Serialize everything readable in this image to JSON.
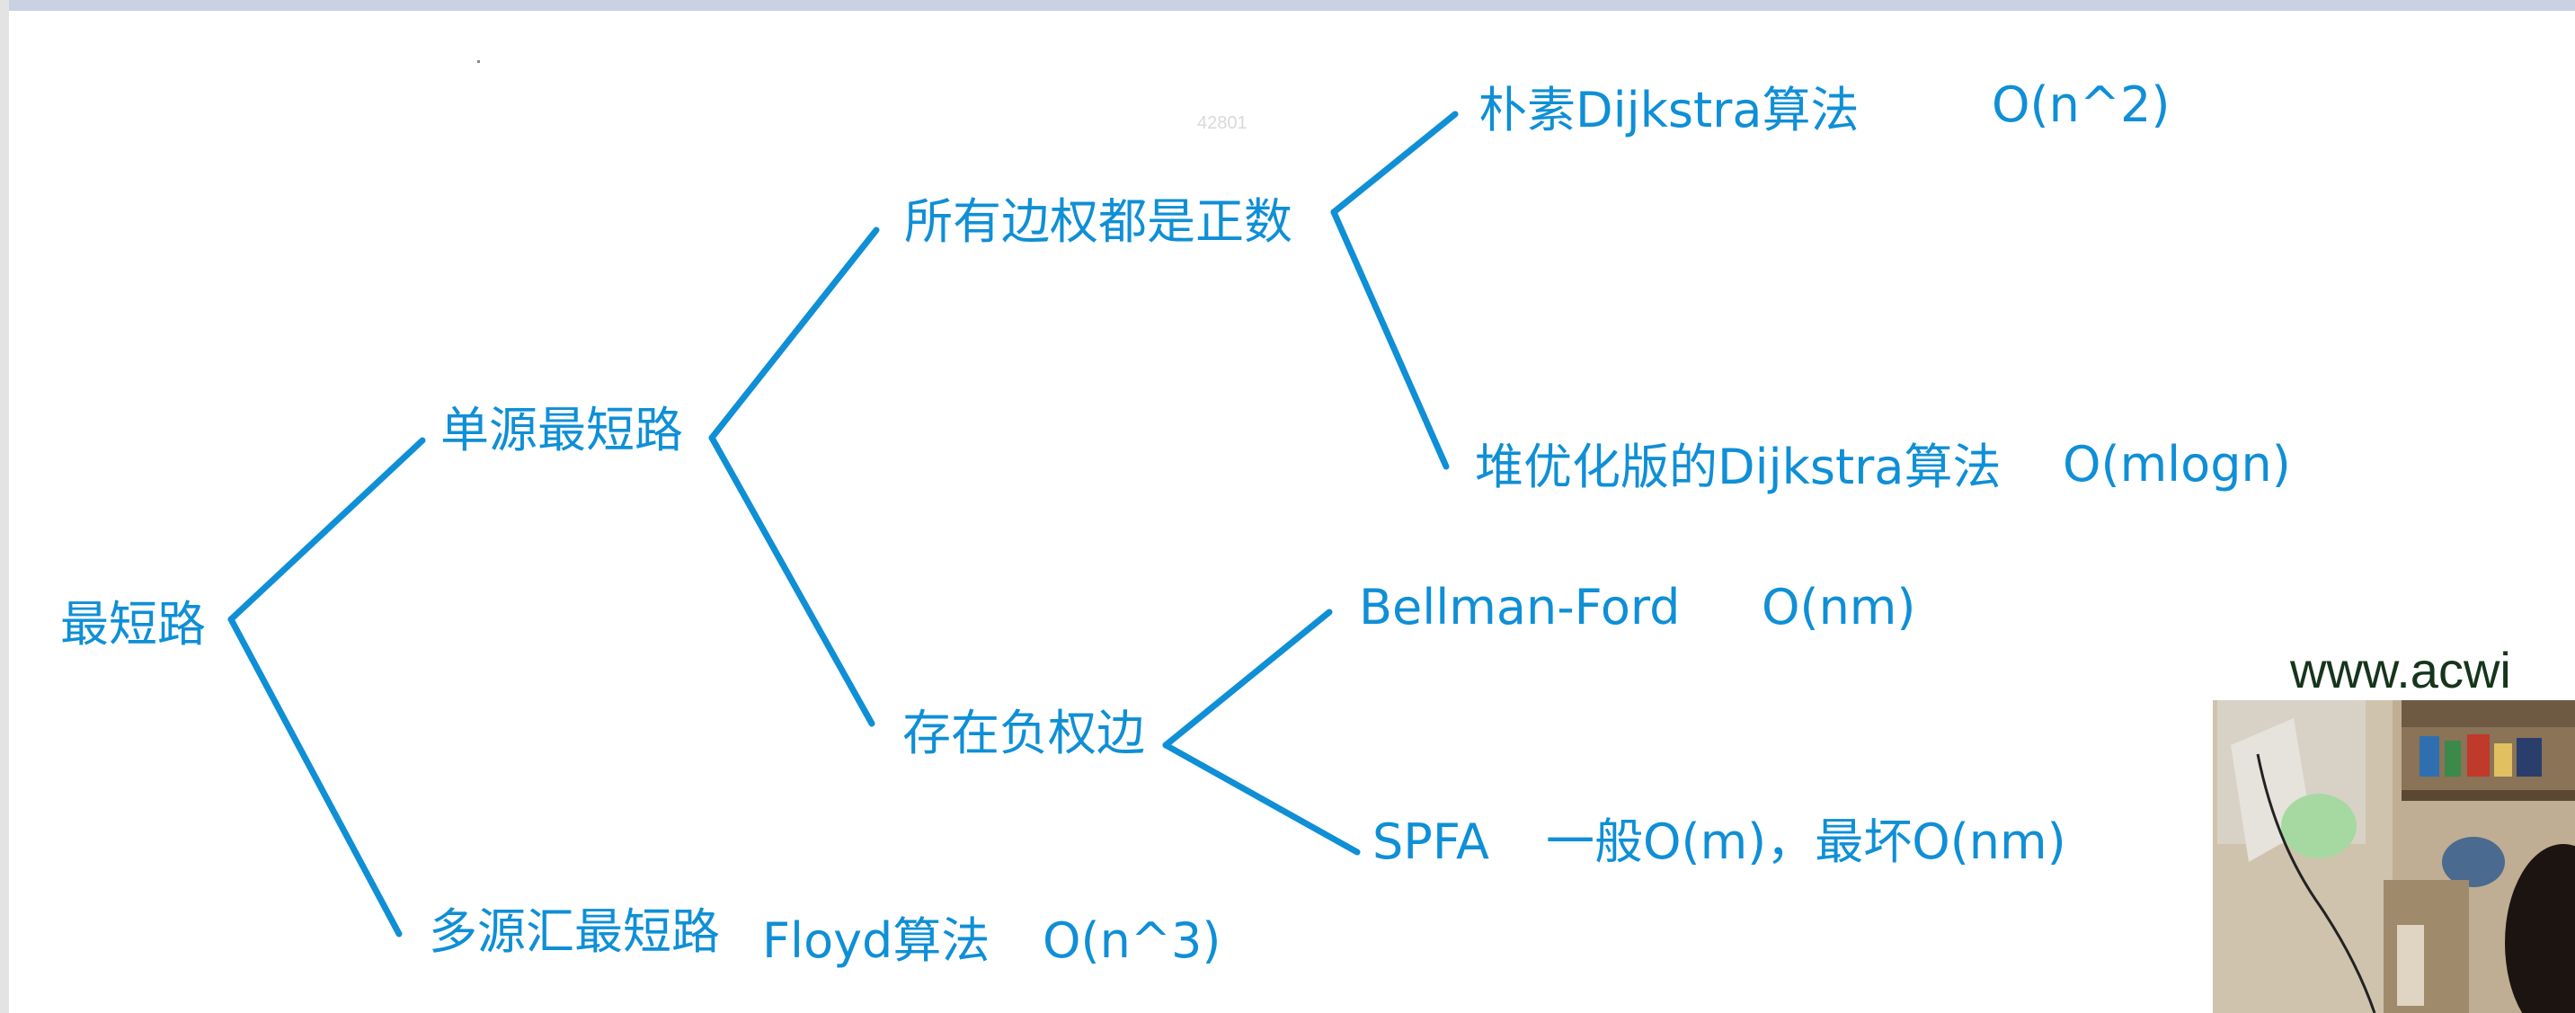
{
  "diagram": {
    "nodes": {
      "root": "最短路",
      "single_source": "单源最短路",
      "all_positive": "所有边权都是正数",
      "naive_dijkstra": "朴素Dijkstra算法",
      "naive_dijkstra_complexity": "O(n^2)",
      "heap_dijkstra": "堆优化版的Dijkstra算法",
      "heap_dijkstra_complexity": "O(mlogn)",
      "negative_edges": "存在负权边",
      "bellman_ford": "Bellman-Ford",
      "bellman_ford_complexity": "O(nm)",
      "spfa": "SPFA",
      "spfa_complexity": "一般O(m)，最坏O(nm)",
      "multi_source": "多源汇最短路",
      "floyd": "Floyd算法",
      "floyd_complexity": "O(n^3)"
    },
    "line_color": "#0f8fd6",
    "text_color": "#0f8fd6"
  },
  "watermark": "42801",
  "overlay": {
    "site_text": "www.acwi"
  }
}
